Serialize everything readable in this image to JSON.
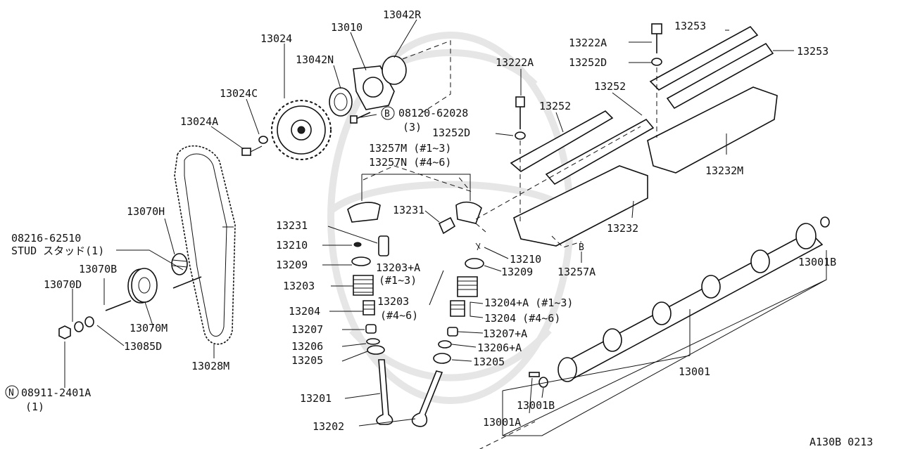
{
  "labels": {
    "p13042r": "13042R",
    "p13010": "13010",
    "p13024": "13024",
    "p13042n": "13042N",
    "p13024c": "13024C",
    "p13024a": "13024A",
    "p08120": "08120-62028",
    "p08120_qty": "(3)",
    "p08120_prefix": "B",
    "p13222a_top": "13222A",
    "p13252d_top": "13252D",
    "p13253_a": "13253",
    "p13253_b": "13253",
    "p13222a": "13222A",
    "p13252": "13252",
    "p13252_r": "13252",
    "p13252d": "13252D",
    "p13257m": "13257M (#1~3)",
    "p13257n": "13257N (#4~6)",
    "p13232m": "13232M",
    "p13070h": "13070H",
    "p08216": "08216-62510",
    "p_stud": "STUD スタッド(1)",
    "p13070b": "13070B",
    "p13070d": "13070D",
    "p13070m": "13070M",
    "p13085d": "13085D",
    "p13028m": "13028M",
    "p08911_prefix": "N",
    "p08911": "08911-2401A",
    "p08911_qty": "(1)",
    "p13231_l": "13231",
    "p13231_m": "13231",
    "p13210_l": "13210",
    "p13209_l": "13209",
    "p13203": "13203",
    "p13203a": "13203+A",
    "p13203a_sub": "(#1~3)",
    "p13203_m": "13203",
    "p13203_m_sub": "(#4~6)",
    "p13204_l": "13204",
    "p13207_l": "13207",
    "p13206_l": "13206",
    "p13205_l": "13205",
    "p13201": "13201",
    "p13202": "13202",
    "p13210_r": "13210",
    "p13209_r": "13209",
    "p13232": "13232",
    "p13257a": "13257A",
    "p13257a_mark": "B",
    "p13204a": "13204+A (#1~3)",
    "p13204_r": "13204 (#4~6)",
    "p13207a": "13207+A",
    "p13206a": "13206+A",
    "p13205_r": "13205",
    "p13001b_top": "13001B",
    "p13001": "13001",
    "p13001b": "13001B",
    "p13001a": "13001A",
    "ref_code": "A130B 0213"
  },
  "colors": {
    "ink": "#111111",
    "paper": "#ffffff",
    "watermark": "#e6e6e6"
  }
}
